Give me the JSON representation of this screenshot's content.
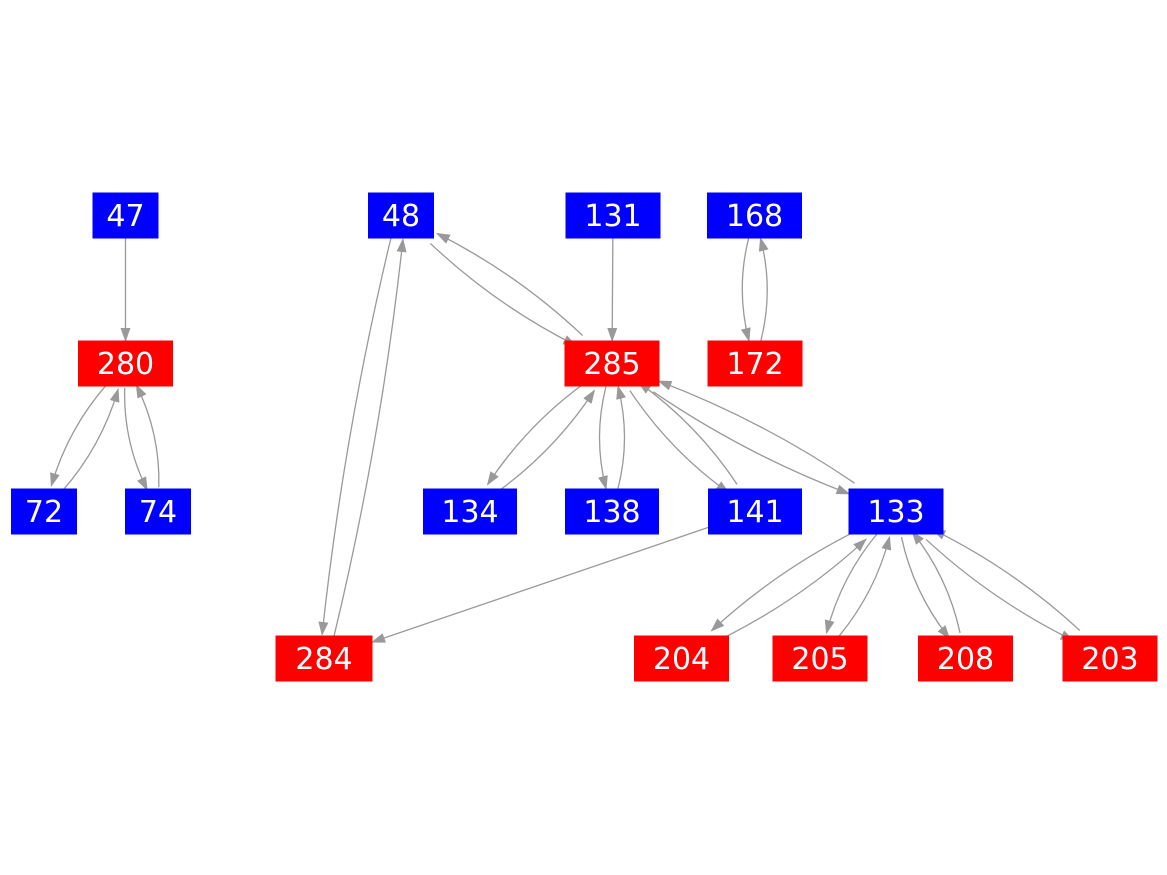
{
  "graph": {
    "background_color": "#ffffff",
    "edge_color": "#999999",
    "node_text_color": "#ffffff",
    "colors": {
      "blue": "#0000ff",
      "red": "#ff0000"
    },
    "nodes": [
      {
        "id": "47",
        "label": "47",
        "color": "blue"
      },
      {
        "id": "48",
        "label": "48",
        "color": "blue"
      },
      {
        "id": "131",
        "label": "131",
        "color": "blue"
      },
      {
        "id": "168",
        "label": "168",
        "color": "blue"
      },
      {
        "id": "280",
        "label": "280",
        "color": "red"
      },
      {
        "id": "285",
        "label": "285",
        "color": "red"
      },
      {
        "id": "172",
        "label": "172",
        "color": "red"
      },
      {
        "id": "72",
        "label": "72",
        "color": "blue"
      },
      {
        "id": "74",
        "label": "74",
        "color": "blue"
      },
      {
        "id": "134",
        "label": "134",
        "color": "blue"
      },
      {
        "id": "138",
        "label": "138",
        "color": "blue"
      },
      {
        "id": "141",
        "label": "141",
        "color": "blue"
      },
      {
        "id": "133",
        "label": "133",
        "color": "blue"
      },
      {
        "id": "284",
        "label": "284",
        "color": "red"
      },
      {
        "id": "204",
        "label": "204",
        "color": "red"
      },
      {
        "id": "205",
        "label": "205",
        "color": "red"
      },
      {
        "id": "208",
        "label": "208",
        "color": "red"
      },
      {
        "id": "203",
        "label": "203",
        "color": "red"
      }
    ],
    "edges": [
      {
        "from": "47",
        "to": "280"
      },
      {
        "from": "280",
        "to": "72"
      },
      {
        "from": "72",
        "to": "280"
      },
      {
        "from": "280",
        "to": "74"
      },
      {
        "from": "74",
        "to": "280"
      },
      {
        "from": "48",
        "to": "285"
      },
      {
        "from": "285",
        "to": "48"
      },
      {
        "from": "48",
        "to": "284"
      },
      {
        "from": "284",
        "to": "48"
      },
      {
        "from": "131",
        "to": "285"
      },
      {
        "from": "168",
        "to": "172"
      },
      {
        "from": "172",
        "to": "168"
      },
      {
        "from": "285",
        "to": "134"
      },
      {
        "from": "134",
        "to": "285"
      },
      {
        "from": "285",
        "to": "138"
      },
      {
        "from": "138",
        "to": "285"
      },
      {
        "from": "285",
        "to": "141"
      },
      {
        "from": "141",
        "to": "285"
      },
      {
        "from": "285",
        "to": "133"
      },
      {
        "from": "133",
        "to": "285"
      },
      {
        "from": "141",
        "to": "284"
      },
      {
        "from": "133",
        "to": "204"
      },
      {
        "from": "204",
        "to": "133"
      },
      {
        "from": "133",
        "to": "205"
      },
      {
        "from": "205",
        "to": "133"
      },
      {
        "from": "133",
        "to": "208"
      },
      {
        "from": "208",
        "to": "133"
      },
      {
        "from": "133",
        "to": "203"
      },
      {
        "from": "203",
        "to": "133"
      }
    ]
  }
}
